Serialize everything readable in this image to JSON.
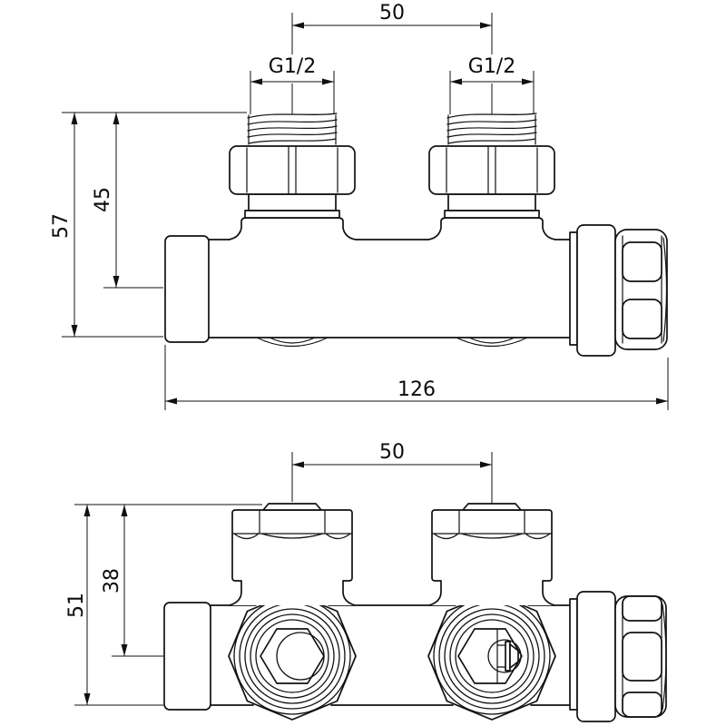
{
  "drawing": {
    "top_view": {
      "port_spacing": "50",
      "thread_left": "G1/2",
      "thread_right": "G1/2",
      "overall_height": "57",
      "axis_height": "45",
      "overall_length": "126"
    },
    "bottom_view": {
      "port_spacing": "50",
      "overall_height": "51",
      "axis_height": "38"
    }
  }
}
